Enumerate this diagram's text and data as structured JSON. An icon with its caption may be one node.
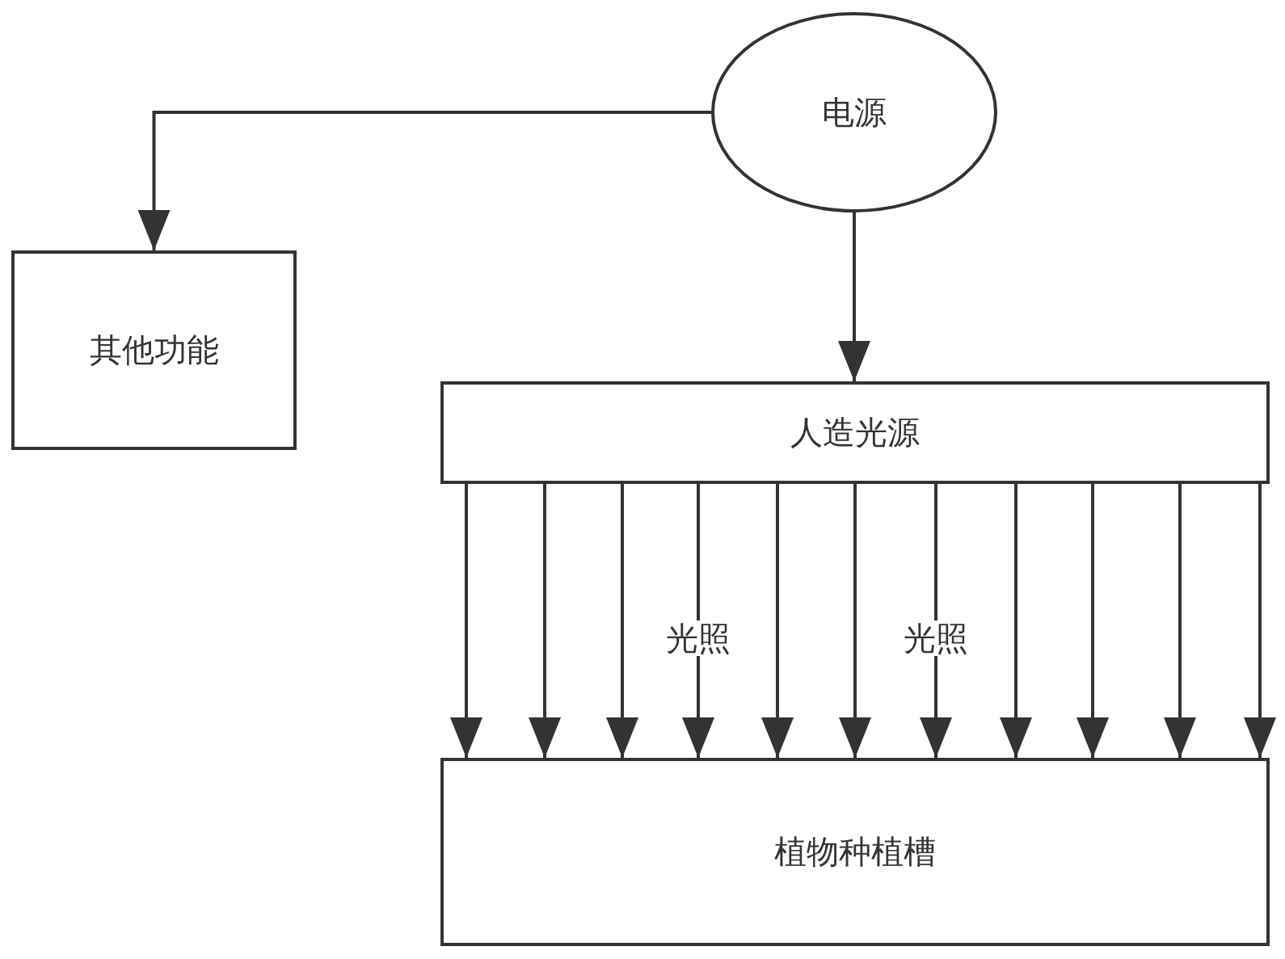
{
  "diagram": {
    "nodes": [
      {
        "text": [
          "电源"
        ]
      },
      {
        "text": [
          "其他功能"
        ]
      },
      {
        "text": [
          "人造光源"
        ]
      },
      {
        "text": [
          "植物种植槽"
        ]
      }
    ],
    "edges": [
      {
        "from": 0,
        "to": 1,
        "arrow": "to"
      },
      {
        "from": 0,
        "to": 2,
        "arrow": "to"
      },
      {
        "from": 2,
        "to": 3,
        "arrow": "to"
      },
      {
        "from": 2,
        "to": 3,
        "arrow": "to"
      },
      {
        "from": 2,
        "to": 3,
        "arrow": "to"
      },
      {
        "from": 2,
        "to": 3,
        "arrow": "to",
        "label": "光照"
      },
      {
        "from": 2,
        "to": 3,
        "arrow": "to"
      },
      {
        "from": 2,
        "to": 3,
        "arrow": "to"
      },
      {
        "from": 2,
        "to": 3,
        "arrow": "to",
        "label": "光照"
      },
      {
        "from": 2,
        "to": 3,
        "arrow": "to"
      },
      {
        "from": 2,
        "to": 3,
        "arrow": "to"
      },
      {
        "from": 2,
        "to": 3,
        "arrow": "to"
      },
      {
        "from": 2,
        "to": 3,
        "arrow": "to"
      }
    ]
  }
}
